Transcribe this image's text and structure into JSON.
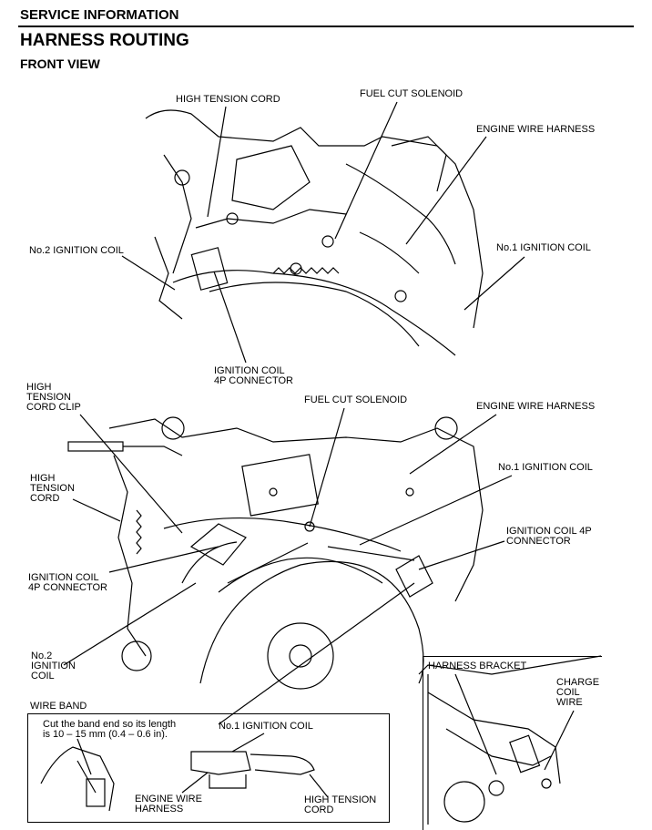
{
  "header": {
    "section": "SERVICE INFORMATION",
    "title": "HARNESS ROUTING",
    "subtitle": "FRONT VIEW"
  },
  "top_view": {
    "labels": {
      "high_tension_cord": "HIGH TENSION CORD",
      "fuel_cut_solenoid": "FUEL CUT SOLENOID",
      "engine_wire_harness": "ENGINE WIRE HARNESS",
      "no2_ignition_coil": "No.2 IGNITION COIL",
      "no1_ignition_coil": "No.1 IGNITION COIL",
      "ignition_coil_connector": "IGNITION COIL\n4P CONNECTOR"
    }
  },
  "bottom_view": {
    "labels": {
      "high_tension_cord_clip": "HIGH\nTENSION\nCORD CLIP",
      "fuel_cut_solenoid": "FUEL CUT SOLENOID",
      "engine_wire_harness": "ENGINE WIRE HARNESS",
      "no1_ignition_coil": "No.1 IGNITION COIL",
      "high_tension_cord": "HIGH\nTENSION\nCORD",
      "ignition_coil_connector_right": "IGNITION COIL 4P\nCONNECTOR",
      "ignition_coil_connector_left": "IGNITION COIL\n4P CONNECTOR",
      "no2_ignition_coil": "No.2\nIGNITION\nCOIL",
      "wire_band": "WIRE BAND"
    }
  },
  "inset_wire_band": {
    "note": "Cut the band end so its length\nis 10 – 15 mm (0.4 – 0.6 in).",
    "no1_ignition_coil": "No.1 IGNITION COIL",
    "engine_wire_harness": "ENGINE WIRE\nHARNESS",
    "high_tension_cord": "HIGH TENSION\nCORD"
  },
  "inset_bracket": {
    "harness_bracket": "HARNESS BRACKET",
    "charge_coil_wire": "CHARGE\nCOIL\nWIRE"
  }
}
